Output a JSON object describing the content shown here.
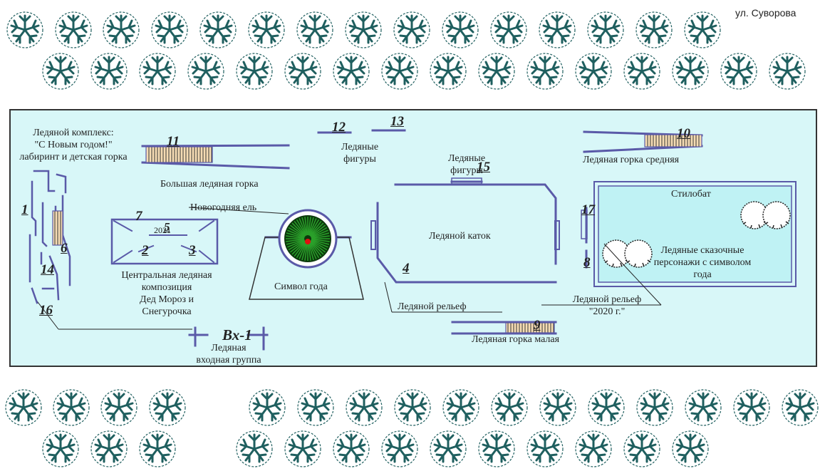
{
  "street": "ул. Суворова",
  "labels": {
    "complex": "Ледяной комплекс:\n\"С Новым годом!\"\nлабиринт и детская горка",
    "big_slide": "Большая ледяная горка",
    "figures_top": "Ледяные\nфигуры",
    "figures_mid": "Ледяные\nфигуры",
    "mid_slide": "Ледяная горка средняя",
    "stylobate": "Стилобат",
    "tree": "Новогодняя ель",
    "rink": "Ледяной каток",
    "central": "Центральная ледяная\nкомпозиция\nДед Мороз и\nСнегурочка",
    "symbol": "Символ года",
    "relief": "Ледяной рельеф",
    "relief_2020": "Ледяной рельеф\n\"2020 г.\"",
    "characters": "Ледяные сказочные\nперсонажи с символом\nгода",
    "small_slide": "Ледяная горка малая",
    "entrance": "Ледяная\nвходная группа",
    "year": "2021"
  },
  "numbers": {
    "n1": "1",
    "n2": "2",
    "n3": "3",
    "n4": "4",
    "n5": "5",
    "n6": "6",
    "n7": "7",
    "n8": "8",
    "n9": "9",
    "n10": "10",
    "n11": "11",
    "n12": "12",
    "n13": "13",
    "n14": "14",
    "n15": "15",
    "n16": "16",
    "n17": "17",
    "vx": "Вх-1"
  },
  "colors": {
    "area_fill": "#d8f7f8",
    "ice_line": "#5a5aa8",
    "slide_fill": "#f6dcb4",
    "tree_icon": "#1f5f5f",
    "fir": "#1f8a1f"
  }
}
